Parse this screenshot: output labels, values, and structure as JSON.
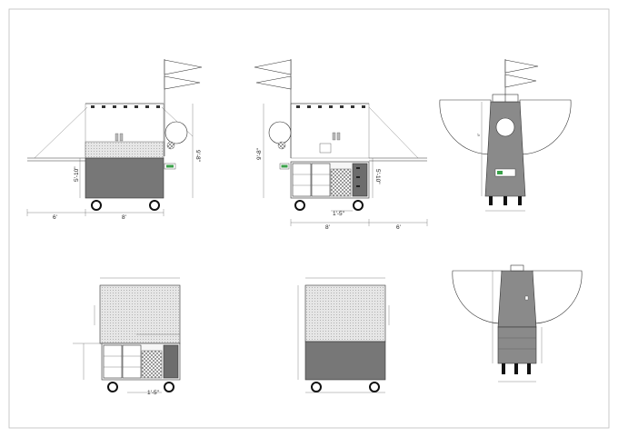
{
  "drawing": {
    "view1_dims": {
      "horiz_left": "6'",
      "horiz_right": "8'",
      "vert_left": "5'-10\"",
      "vert_right": "9'-8\""
    },
    "view2_dims": {
      "vert_left": "9'-8\"",
      "horiz_cab": "1'-5\"",
      "horiz_left": "8'",
      "horiz_right": "6'",
      "vert_right": "5'-10\""
    },
    "view4_dims": {
      "horiz_cab": "1'-5\""
    },
    "accent": {
      "sign": "#3aa14a",
      "body_dark": "#6d6d6d",
      "body_mid": "#8a8a8a"
    }
  }
}
